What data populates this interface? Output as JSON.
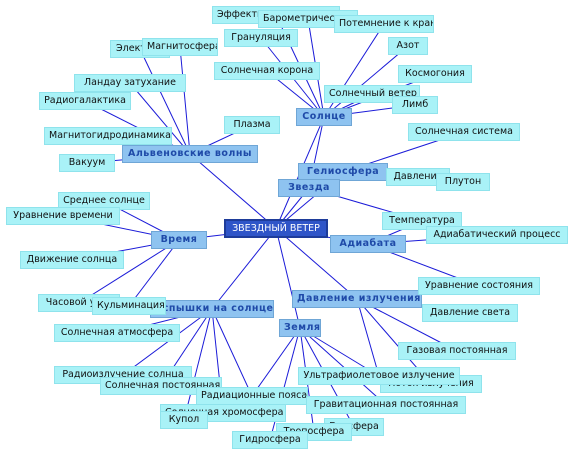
{
  "root": "ЗВЕЗДНЫЙ ВЕТЕР",
  "hubs": {
    "solnce": "Солнце",
    "alfven": "Альвеновские волны",
    "geliosfera": "Гелиосфера",
    "zvezda": "Звезда",
    "vremya": "Время",
    "adiabata": "Адиабата",
    "davlenie_izlucheniya": "Давление излучения",
    "vspyshki": "Вспышки на солнце",
    "zemlya": "Земля"
  },
  "leaves": {
    "effektivnaya": "Эффективная температура",
    "barometricheskaya": "Барометрическая формула",
    "potemnenie": "Потемнение к краю",
    "granulyaciya": "Грануляция",
    "azot": "Азот",
    "elektron": "Электрон",
    "magnitosfera": "Магнитосфера",
    "kosmogoniya": "Космогония",
    "solnechnaya_korona": "Солнечная корона",
    "solnechny_veter": "Солнечный ветер",
    "landau": "Ландау затухание",
    "limb": "Лимб",
    "radiogalaktika": "Радиогалактика",
    "plazma": "Плазма",
    "solnechnaya_sistema": "Солнечная система",
    "mgd": "Магнитогидродинамика",
    "vakuum": "Вакуум",
    "davlenie": "Давление",
    "plutom": "Плутон",
    "srednee_solnce": "Среднее солнце",
    "uravnenie_vremeni": "Уравнение времени",
    "temperatura": "Температура",
    "adiabaticheskiy": "Адиабатический процесс",
    "dvizhenie_solnca": "Движение солнца",
    "uravnenie_sostoyaniya": "Уравнение состояния",
    "chasovoy_ugol": "Часовой угол",
    "kulminaciya": "Кульминация",
    "davlenie_sveta": "Давление света",
    "solnechnaya_atmosfera": "Солнечная атмосфера",
    "gazovaya_postoyannaya": "Газовая постоянная",
    "radioizluchenie": "Радиоизлучение солнца",
    "ultrafiolet": "Ультрафиолетовое излучение",
    "solnechnaya_postoyannaya": "Солнечная постоянная",
    "potok_izlucheniya": "Поток излучения",
    "radiacionnye_poyasa": "Радиационные пояса",
    "gravitacionnaya": "Гравитационная постоянная",
    "solnechnaya_hromosfera": "Солнечная хромосфера",
    "kupol": "Купол",
    "biosfera": "Биосфера",
    "troposfera": "Тропосфера",
    "gidrosfera": "Гидросфера"
  },
  "colors": {
    "edge": "#1b1bd8",
    "leaf_fill": "#a9f2f7",
    "hub_fill": "#8ec3f0",
    "hub_text": "#1f4aa8",
    "root_fill": "#2f55c8",
    "root_text": "#ffffff"
  }
}
